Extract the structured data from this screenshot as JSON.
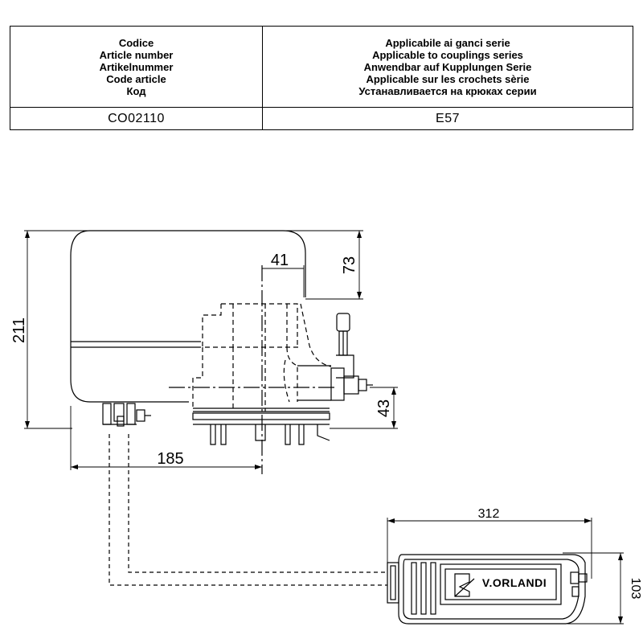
{
  "table": {
    "left_header": [
      "Codice",
      "Article number",
      "Artikelnummer",
      "Code article",
      "Код"
    ],
    "right_header": [
      "Applicabile ai ganci serie",
      "Applicable to couplings series",
      "Anwendbar auf Kupplungen Serie",
      "Applicable sur les crochets sèrie",
      "Устанавливается на крюках серии"
    ],
    "article_code": "CO02110",
    "series": "E57"
  },
  "dimensions": {
    "height_total": "211",
    "top_offset": "73",
    "width_41": "41",
    "bottom_43": "43",
    "width_185": "185",
    "length_312": "312",
    "height_103": "103"
  },
  "brand": "V.ORLANDI"
}
